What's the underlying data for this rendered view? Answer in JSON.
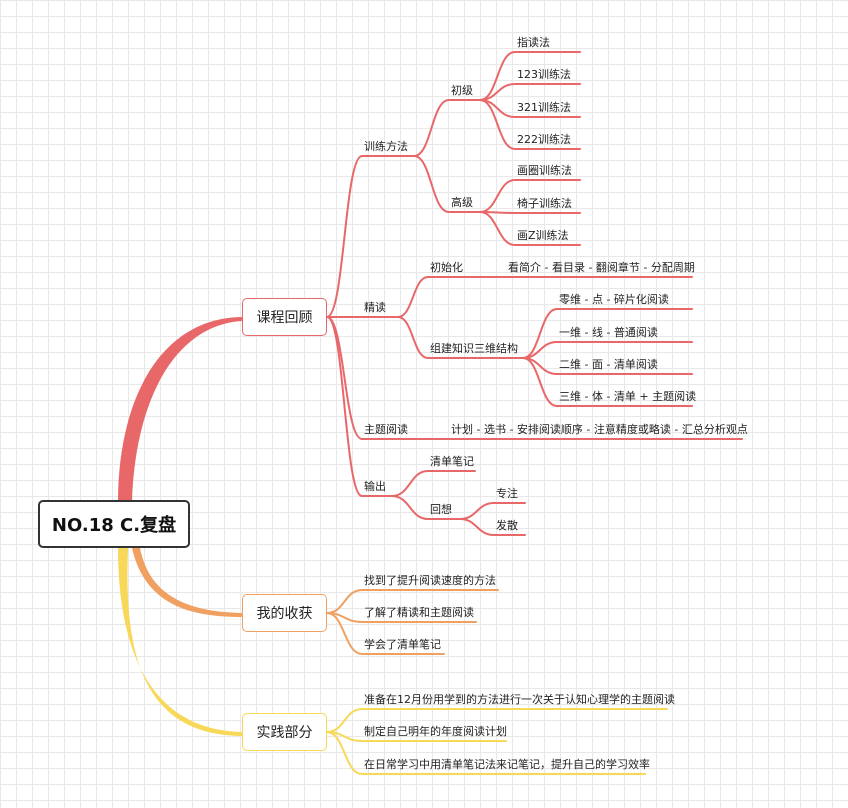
{
  "root": "NO.18 C.复盘",
  "branches": {
    "review": {
      "title": "课程回顾",
      "training": {
        "title": "训练方法",
        "beginner": {
          "title": "初级",
          "items": [
            "指读法",
            "123训练法",
            "321训练法",
            "222训练法"
          ]
        },
        "advanced": {
          "title": "高级",
          "items": [
            "画圈训练法",
            "椅子训练法",
            "画Z训练法"
          ]
        }
      },
      "close_reading": {
        "title": "精读",
        "init": {
          "title": "初始化",
          "detail": "看简介 - 看目录 - 翻阅章节 - 分配周期"
        },
        "structure": {
          "title": "组建知识三维结构",
          "items": [
            "零维 - 点 - 碎片化阅读",
            "一维 - 线 - 普通阅读",
            "二维 - 面 - 清单阅读",
            "三维 - 体 - 清单 + 主题阅读"
          ]
        }
      },
      "topic": {
        "title": "主题阅读",
        "detail": "计划 - 选书 - 安排阅读顺序 - 注意精度或略读 - 汇总分析观点"
      },
      "output": {
        "title": "输出",
        "list_notes": "清单笔记",
        "recall": {
          "title": "回想",
          "items": [
            "专注",
            "发散"
          ]
        }
      }
    },
    "gains": {
      "title": "我的收获",
      "items": [
        "找到了提升阅读速度的方法",
        "了解了精读和主题阅读",
        "学会了清单笔记"
      ]
    },
    "practice": {
      "title": "实践部分",
      "items": [
        "准备在12月份用学到的方法进行一次关于认知心理学的主题阅读",
        "制定自己明年的年度阅读计划",
        "在日常学习中用清单笔记法来记笔记，提升自己的学习效率"
      ]
    }
  },
  "colors": {
    "review": "#e8686a",
    "gains": "#f0a060",
    "practice": "#f8d858",
    "root_border": "#333333"
  }
}
